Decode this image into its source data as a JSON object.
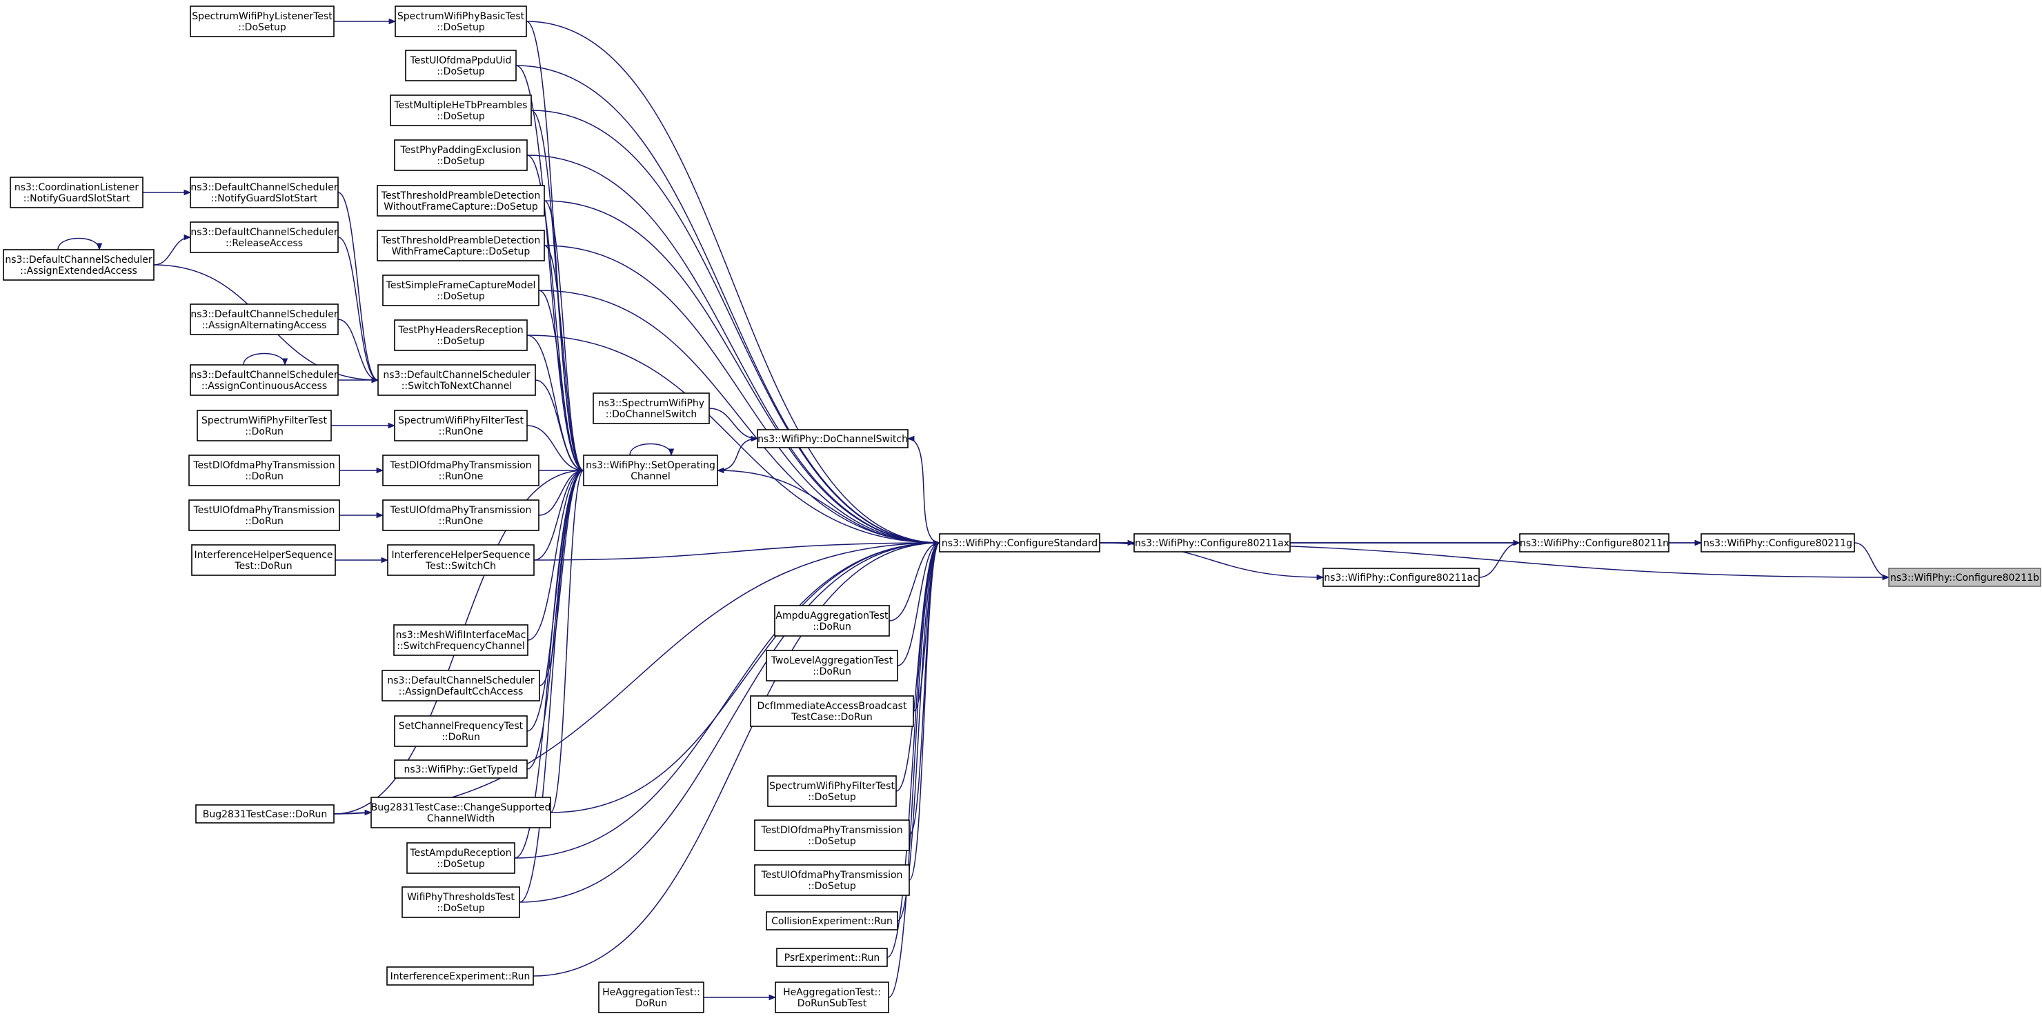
{
  "nodes": [
    {
      "id": "focus",
      "lines": [
        "ns3::WifiPhy::Configure80211b"
      ],
      "focus": true
    },
    {
      "id": "c80211g",
      "lines": [
        "ns3::WifiPhy::Configure80211g"
      ]
    },
    {
      "id": "c80211n",
      "lines": [
        "ns3::WifiPhy::Configure80211n"
      ]
    },
    {
      "id": "c80211ax",
      "lines": [
        "ns3::WifiPhy::Configure80211ax"
      ]
    },
    {
      "id": "c80211ac",
      "lines": [
        "ns3::WifiPhy::Configure80211ac"
      ]
    },
    {
      "id": "cstd",
      "lines": [
        "ns3::WifiPhy::ConfigureStandard"
      ]
    },
    {
      "id": "setop",
      "lines": [
        "ns3::WifiPhy::SetOperating",
        "Channel"
      ]
    },
    {
      "id": "dochsw",
      "lines": [
        "ns3::WifiPhy::DoChannelSwitch"
      ]
    },
    {
      "id": "specdochsw",
      "lines": [
        "ns3::SpectrumWifiPhy",
        "::DoChannelSwitch"
      ]
    },
    {
      "id": "swbasic",
      "lines": [
        "SpectrumWifiPhyBasicTest",
        "::DoSetup"
      ]
    },
    {
      "id": "swlistener",
      "lines": [
        "SpectrumWifiPhyListenerTest",
        "::DoSetup"
      ]
    },
    {
      "id": "ulppdu",
      "lines": [
        "TestUlOfdmaPpduUid",
        "::DoSetup"
      ]
    },
    {
      "id": "multihe",
      "lines": [
        "TestMultipleHeTbPreambles",
        "::DoSetup"
      ]
    },
    {
      "id": "padding",
      "lines": [
        "TestPhyPaddingExclusion",
        "::DoSetup"
      ]
    },
    {
      "id": "thrwithout",
      "lines": [
        "TestThresholdPreambleDetection",
        "WithoutFrameCapture::DoSetup"
      ]
    },
    {
      "id": "thrwith",
      "lines": [
        "TestThresholdPreambleDetection",
        "WithFrameCapture::DoSetup"
      ]
    },
    {
      "id": "simplefc",
      "lines": [
        "TestSimpleFrameCaptureModel",
        "::DoSetup"
      ]
    },
    {
      "id": "headers",
      "lines": [
        "TestPhyHeadersReception",
        "::DoSetup"
      ]
    },
    {
      "id": "switchnext",
      "lines": [
        "ns3::DefaultChannelScheduler",
        "::SwitchToNextChannel"
      ]
    },
    {
      "id": "notifyguard",
      "lines": [
        "ns3::DefaultChannelScheduler",
        "::NotifyGuardSlotStart"
      ]
    },
    {
      "id": "coordguard",
      "lines": [
        "ns3::CoordinationListener",
        "::NotifyGuardSlotStart"
      ]
    },
    {
      "id": "release",
      "lines": [
        "ns3::DefaultChannelScheduler",
        "::ReleaseAccess"
      ]
    },
    {
      "id": "extended",
      "lines": [
        "ns3::DefaultChannelScheduler",
        "::AssignExtendedAccess"
      ]
    },
    {
      "id": "alternating",
      "lines": [
        "ns3::DefaultChannelScheduler",
        "::AssignAlternatingAccess"
      ]
    },
    {
      "id": "continuous",
      "lines": [
        "ns3::DefaultChannelScheduler",
        "::AssignContinuousAccess"
      ]
    },
    {
      "id": "filterrunone",
      "lines": [
        "SpectrumWifiPhyFilterTest",
        "::RunOne"
      ]
    },
    {
      "id": "filterdorun",
      "lines": [
        "SpectrumWifiPhyFilterTest",
        "::DoRun"
      ]
    },
    {
      "id": "dlrunone",
      "lines": [
        "TestDlOfdmaPhyTransmission",
        "::RunOne"
      ]
    },
    {
      "id": "dldorun",
      "lines": [
        "TestDlOfdmaPhyTransmission",
        "::DoRun"
      ]
    },
    {
      "id": "ulrunone",
      "lines": [
        "TestUlOfdmaPhyTransmission",
        "::RunOne"
      ]
    },
    {
      "id": "uldorun",
      "lines": [
        "TestUlOfdmaPhyTransmission",
        "::DoRun"
      ]
    },
    {
      "id": "ihswitch",
      "lines": [
        "InterferenceHelperSequence",
        "Test::SwitchCh"
      ]
    },
    {
      "id": "ihdorun",
      "lines": [
        "InterferenceHelperSequence",
        "Test::DoRun"
      ]
    },
    {
      "id": "mesh",
      "lines": [
        "ns3::MeshWifiInterfaceMac",
        "::SwitchFrequencyChannel"
      ]
    },
    {
      "id": "defcch",
      "lines": [
        "ns3::DefaultChannelScheduler",
        "::AssignDefaultCchAccess"
      ]
    },
    {
      "id": "setfreq",
      "lines": [
        "SetChannelFrequencyTest",
        "::DoRun"
      ]
    },
    {
      "id": "gettypeid",
      "lines": [
        "ns3::WifiPhy::GetTypeId"
      ]
    },
    {
      "id": "bugchange",
      "lines": [
        "Bug2831TestCase::ChangeSupported",
        "ChannelWidth"
      ]
    },
    {
      "id": "bugdorun",
      "lines": [
        "Bug2831TestCase::DoRun"
      ]
    },
    {
      "id": "ampdurecv",
      "lines": [
        "TestAmpduReception",
        "::DoSetup"
      ]
    },
    {
      "id": "thresholds",
      "lines": [
        "WifiPhyThresholdsTest",
        "::DoSetup"
      ]
    },
    {
      "id": "interfexp",
      "lines": [
        "InterferenceExperiment::Run"
      ]
    },
    {
      "id": "ampduagg",
      "lines": [
        "AmpduAggregationTest",
        "::DoRun"
      ]
    },
    {
      "id": "twolevel",
      "lines": [
        "TwoLevelAggregationTest",
        "::DoRun"
      ]
    },
    {
      "id": "dcfbcast",
      "lines": [
        "DcfImmediateAccessBroadcast",
        "TestCase::DoRun"
      ]
    },
    {
      "id": "filtersetup",
      "lines": [
        "SpectrumWifiPhyFilterTest",
        "::DoSetup"
      ]
    },
    {
      "id": "dlsetup",
      "lines": [
        "TestDlOfdmaPhyTransmission",
        "::DoSetup"
      ]
    },
    {
      "id": "ulsetup",
      "lines": [
        "TestUlOfdmaPhyTransmission",
        "::DoSetup"
      ]
    },
    {
      "id": "collision",
      "lines": [
        "CollisionExperiment::Run"
      ]
    },
    {
      "id": "psr",
      "lines": [
        "PsrExperiment::Run"
      ]
    },
    {
      "id": "hesub",
      "lines": [
        "HeAggregationTest::",
        "DoRunSubTest"
      ]
    },
    {
      "id": "hedorun",
      "lines": [
        "HeAggregationTest::",
        "DoRun"
      ]
    }
  ]
}
